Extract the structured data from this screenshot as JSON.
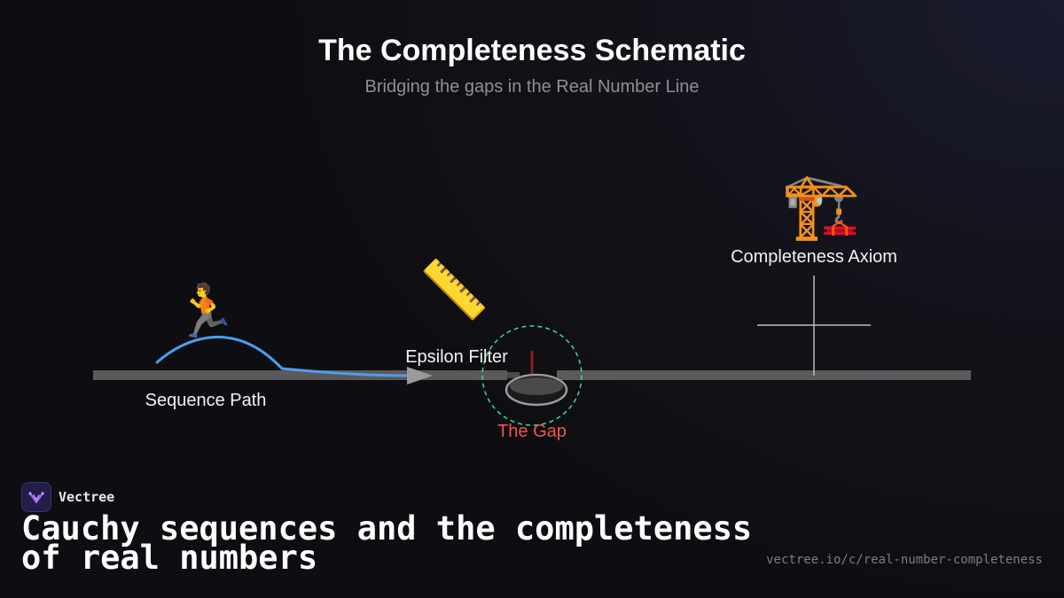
{
  "header": {
    "title": "The Completeness Schematic",
    "subtitle": "Bridging the gaps in the Real Number Line"
  },
  "diagram": {
    "sequence_label": "Sequence Path",
    "sequence_icon": "🏃",
    "epsilon_label": "Epsilon Filter",
    "epsilon_icon": "📏",
    "gap_label": "The Gap",
    "axiom_label": "Completeness Axiom",
    "axiom_icon": "🏗️"
  },
  "colors": {
    "line": "#5a5a5a",
    "sequence": "#4a9ff0",
    "gap_circle": "#3ddc97",
    "gap_label": "#ef5350"
  },
  "brand": {
    "name": "Vectree"
  },
  "footer": {
    "title": "Cauchy sequences and the completeness of real numbers",
    "url": "vectree.io/c/real-number-completeness"
  }
}
